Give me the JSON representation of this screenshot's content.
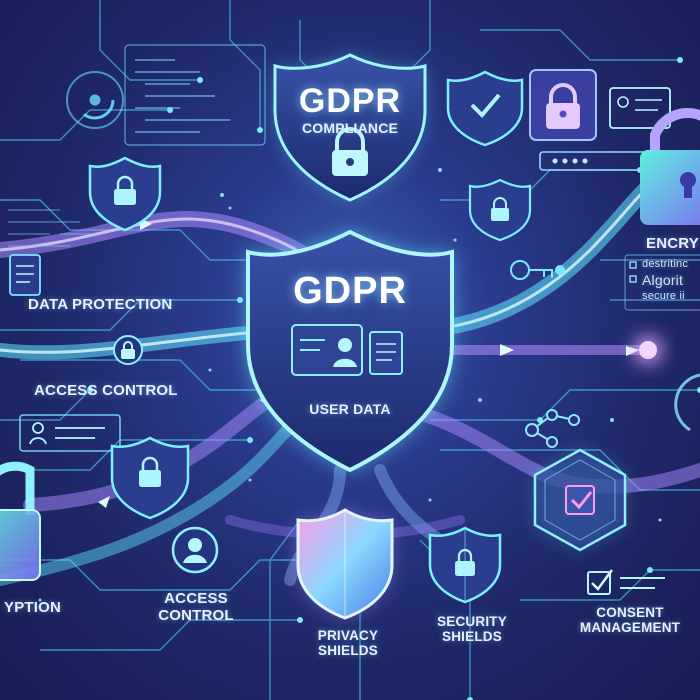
{
  "shields": {
    "top": {
      "title": "GDPR",
      "subtitle": "COMPLIANCE"
    },
    "center": {
      "title": "GDPR",
      "subtitle": "USER DATA"
    }
  },
  "labels": {
    "data_protection": "DATA PROTECTION",
    "access_control_left": "ACCESS CONTROL",
    "encryption_left": "YPTION",
    "access_control_bottom_line1": "ACCESS",
    "access_control_bottom_line2": "CONTROL",
    "privacy_shields_line1": "PRIVACY",
    "privacy_shields_line2": "SHIELDS",
    "security_shields_line1": "SECURITY",
    "security_shields_line2": "SHIELDS",
    "consent_line1": "CONSENT",
    "consent_line2": "MANAGEMENT",
    "encryption_right": "ENCRY",
    "algo_line1": "destritinc",
    "algo_line2": "Algorit",
    "algo_line3": "secure ii"
  },
  "colors": {
    "background": "#1f2868",
    "cyan": "#5fe6ff",
    "violet": "#a98cff",
    "shield_fill": "#27397e"
  },
  "icons": [
    "lock-icon",
    "shield-icon",
    "check-icon",
    "user-icon",
    "document-icon",
    "id-card-icon",
    "gear-icon"
  ]
}
